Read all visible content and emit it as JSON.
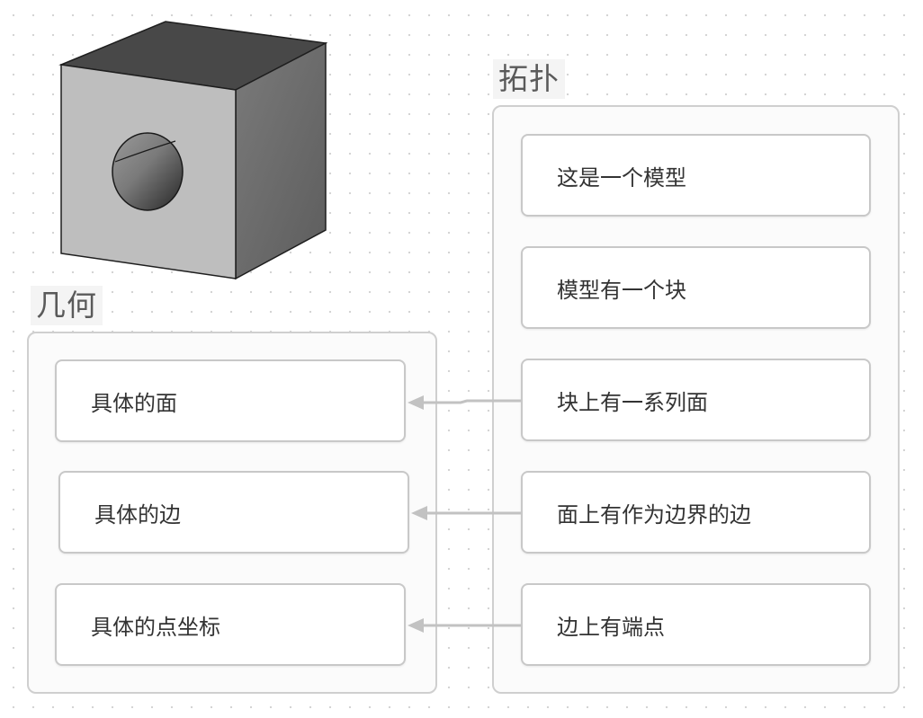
{
  "topology": {
    "label": "拓扑",
    "nodes": [
      "这是一个模型",
      "模型有一个块",
      "块上有一系列面",
      "面上有作为边界的边",
      "边上有端点"
    ]
  },
  "geometry": {
    "label": "几何",
    "nodes": [
      "具体的面",
      "具体的边",
      "具体的点坐标"
    ]
  },
  "links": [
    {
      "from": "块上有一系列面",
      "to": "具体的面"
    },
    {
      "from": "面上有作为边界的边",
      "to": "具体的边"
    },
    {
      "from": "边上有端点",
      "to": "具体的点坐标"
    }
  ],
  "colors": {
    "connector": "#c2c2c2",
    "cube_top": "#4a4a4a",
    "cube_front": "#bdbdbd",
    "cube_side": "#6e6e6e"
  }
}
